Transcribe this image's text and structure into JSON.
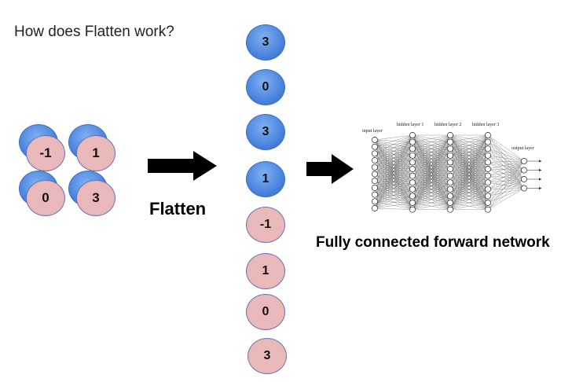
{
  "title": "How does Flatten work?",
  "grid": {
    "values": [
      "-1",
      "1",
      "0",
      "3"
    ]
  },
  "flatten_label": "Flatten",
  "column": {
    "values": [
      "3",
      "0",
      "3",
      "1",
      "-1",
      "1",
      "0",
      "3"
    ]
  },
  "network": {
    "caption": "Fully connected forward network",
    "layer_labels": [
      "input layer",
      "hidden layer 1",
      "hidden layer 2",
      "hidden layer 3",
      "output layer"
    ]
  },
  "colors": {
    "blue_node": "#4f88e0",
    "pink_node": "#e9b8b8",
    "arrow": "#000000"
  }
}
